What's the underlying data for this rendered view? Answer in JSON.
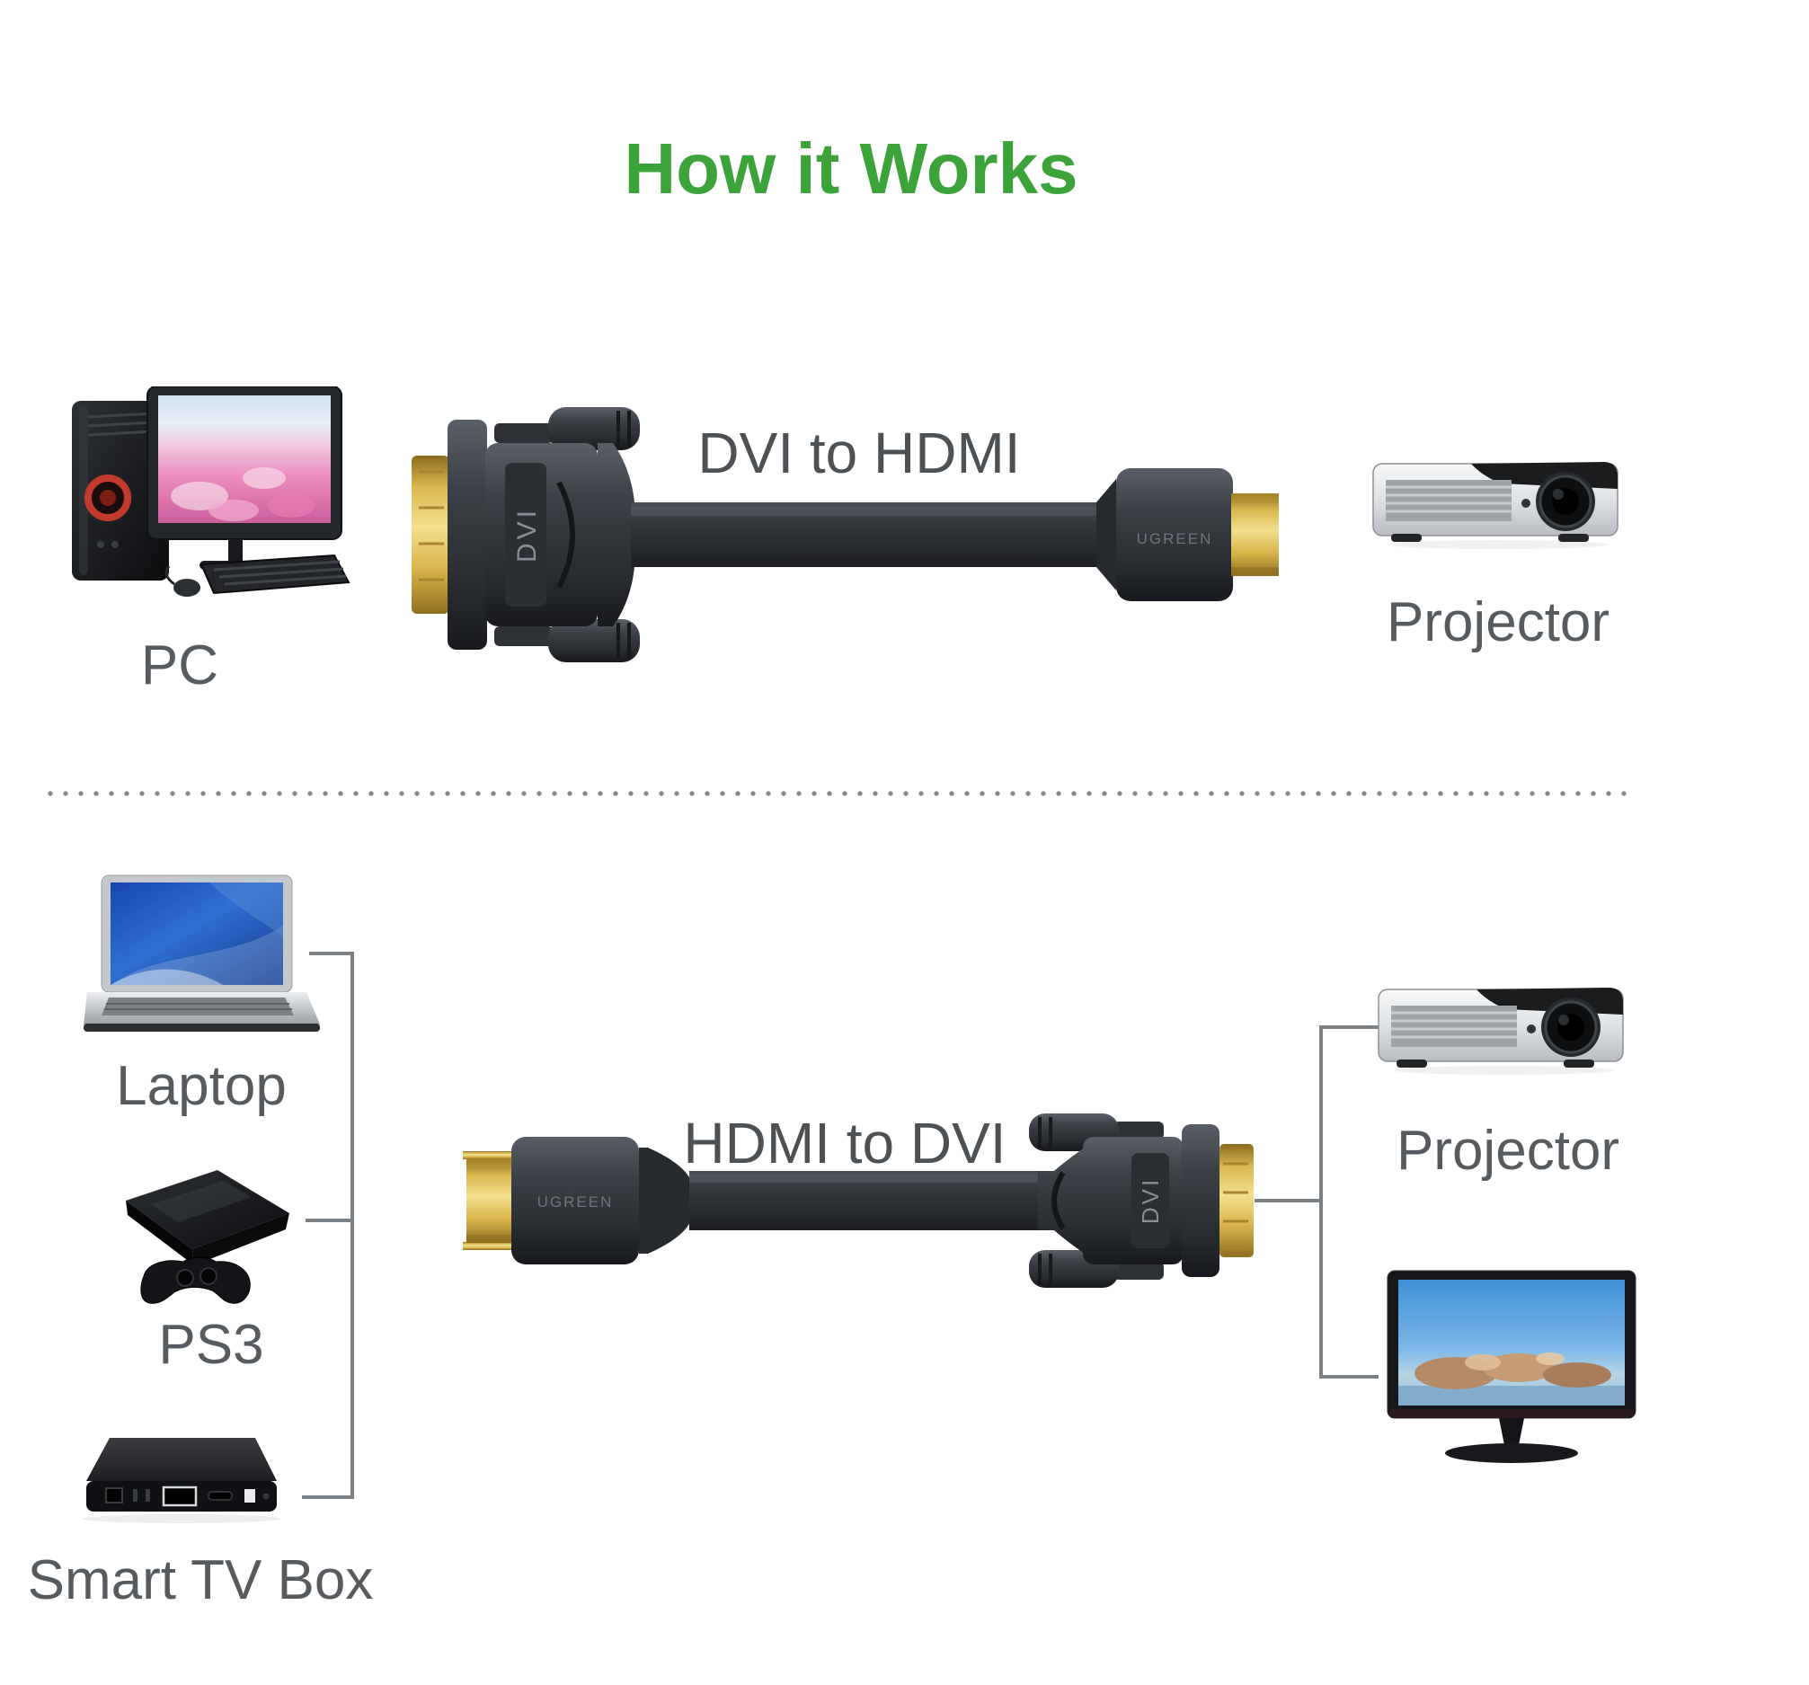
{
  "title": {
    "text": "How it Works"
  },
  "top_section": {
    "source": {
      "label": "PC"
    },
    "cable": {
      "label": "DVI to HDMI",
      "dvi_marking": "DVI",
      "brand": "UGREEN"
    },
    "target": {
      "label": "Projector"
    }
  },
  "bottom_section": {
    "sources": [
      {
        "label": "Laptop"
      },
      {
        "label": "PS3"
      },
      {
        "label": "Smart TV Box"
      }
    ],
    "cable": {
      "label": "HDMI to DVI",
      "dvi_marking": "DVI",
      "brand": "UGREEN"
    },
    "targets": [
      {
        "label": "Projector"
      }
    ]
  },
  "icons": {
    "pc": "pc-icon",
    "projector": "projector-icon",
    "laptop": "laptop-icon",
    "ps3": "ps3-icon",
    "smart_tv_box": "smart-tv-box-icon",
    "tv": "tv-icon",
    "dvi_connector": "dvi-connector-icon",
    "hdmi_connector": "hdmi-connector-icon"
  },
  "colors": {
    "title_green": "#3ba339",
    "label_gray": "#565b60",
    "cable_text_gray": "#4c5156",
    "connector_dark": "#33373d",
    "gold": "#e0bd55",
    "line_gray": "#7b8085"
  }
}
